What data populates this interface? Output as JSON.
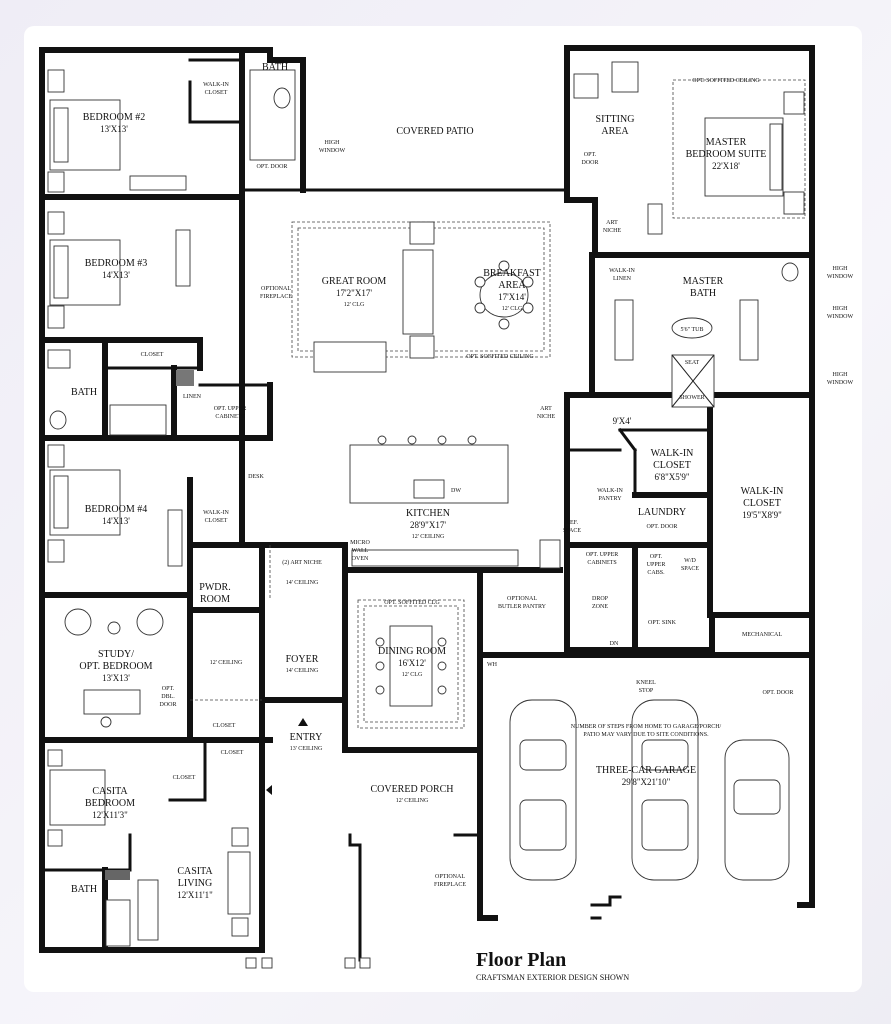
{
  "plan": {
    "title": "Floor Plan",
    "subtitle": "CRAFTSMAN EXTERIOR DESIGN SHOWN"
  },
  "rooms": {
    "bedroom2": {
      "name": "BEDROOM #2",
      "dim": "13'X13'"
    },
    "bedroom3": {
      "name": "BEDROOM #3",
      "dim": "14'X13'"
    },
    "bedroom4": {
      "name": "BEDROOM #4",
      "dim": "14'X13'"
    },
    "study": {
      "name1": "STUDY/",
      "name2": "OPT. BEDROOM",
      "dim": "13'X13'"
    },
    "casita_bedroom": {
      "name1": "CASITA",
      "name2": "BEDROOM",
      "dim": "12'X11'3\""
    },
    "casita_living": {
      "name1": "CASITA",
      "name2": "LIVING",
      "dim": "12'X11'1\""
    },
    "covered_patio": {
      "name": "COVERED PATIO"
    },
    "great_room": {
      "name": "GREAT ROOM",
      "dim": "17'2\"X17'",
      "ceiling": "12' CLG"
    },
    "breakfast": {
      "name1": "BREAKFAST",
      "name2": "AREA",
      "dim": "17'X14'",
      "ceiling": "12' CLG"
    },
    "kitchen": {
      "name": "KITCHEN",
      "dim": "28'9\"X17'",
      "ceiling": "12' CEILING"
    },
    "dining": {
      "name": "DINING ROOM",
      "dim": "16'X12'",
      "ceiling": "12' CLG"
    },
    "foyer": {
      "name": "FOYER",
      "ceiling": "14' CEILING"
    },
    "entry": {
      "name": "ENTRY",
      "ceiling": "13' CEILING"
    },
    "covered_porch": {
      "name": "COVERED PORCH",
      "ceiling": "12' CEILING"
    },
    "sitting": {
      "name1": "SITTING",
      "name2": "AREA"
    },
    "master_suite": {
      "name1": "MASTER",
      "name2": "BEDROOM SUITE",
      "dim": "22'X18'"
    },
    "master_bath": {
      "name1": "MASTER",
      "name2": "BATH"
    },
    "walkin_closet_small": {
      "name1": "WALK-IN",
      "name2": "CLOSET",
      "dim": "6'8\"X5'9\""
    },
    "walkin_closet_large": {
      "name1": "WALK-IN",
      "name2": "CLOSET",
      "dim": "19'5\"X8'9\""
    },
    "laundry": {
      "name": "LAUNDRY"
    },
    "garage": {
      "name": "THREE-CAR GARAGE",
      "dim": "29'8\"X21'10\""
    },
    "pwdr": {
      "name1": "PWDR.",
      "name2": "ROOM"
    },
    "bath_top": {
      "name": "BATH"
    },
    "bath_mid": {
      "name": "BATH"
    },
    "bath_casita": {
      "name": "BATH"
    },
    "mechanical": {
      "name": "MECHANICAL"
    }
  },
  "notes": {
    "walkin_closet_bed2": [
      "WALK-IN",
      "CLOSET"
    ],
    "high_window_left": [
      "HIGH",
      "WINDOW"
    ],
    "opt_door_top": "OPT. DOOR",
    "opt_soffited_ceiling_top": "OPT. SOFFITED CEILING",
    "opt_door_sitting": [
      "OPT.",
      "DOOR"
    ],
    "art_niche_top": [
      "ART",
      "NICHE"
    ],
    "optional_fireplace_gr": [
      "OPTIONAL",
      "FIREPLACE"
    ],
    "opt_soffited_ceiling_gr": "OPT. SOFFITED CEILING",
    "walkin_linen": [
      "WALK-IN",
      "LINEN"
    ],
    "high_window_1": [
      "HIGH",
      "WINDOW"
    ],
    "high_window_2": [
      "HIGH",
      "WINDOW"
    ],
    "high_window_3": [
      "HIGH",
      "WINDOW"
    ],
    "tub": "5'6\" TUB",
    "seat": "SEAT",
    "shower": "SHOWER",
    "closet_bed3": "CLOSET",
    "linen": "LINEN",
    "opt_upper_cabinets_hall": [
      "OPT. UPPER",
      "CABINETS"
    ],
    "art_niche_kitchen": [
      "ART",
      "NICHE"
    ],
    "dim_9x4": "9'X4'",
    "desk": "DESK",
    "dw": "DW",
    "walkin_closet_bed4": [
      "WALK-IN",
      "CLOSET"
    ],
    "walkin_pantry": [
      "WALK-IN",
      "PANTRY"
    ],
    "ref_space": [
      "REF.",
      "SPACE"
    ],
    "opt_door_laundry": "OPT. DOOR",
    "micro_wall_oven": [
      "MICRO",
      "WALL",
      "OVEN"
    ],
    "art_niche_foyer": "(2) ART NICHE",
    "ceiling_14": "14' CEILING",
    "opt_upper_cabinets_kitchen": [
      "OPT. UPPER",
      "CABINETS"
    ],
    "opt_upper_cabs": [
      "OPT.",
      "UPPER",
      "CABS."
    ],
    "wd_space": [
      "W/D",
      "SPACE"
    ],
    "opt_soffited_dining": "OPT. SOFFITED CLG",
    "optional_butler_pantry": [
      "OPTIONAL",
      "BUTLER PANTRY"
    ],
    "drop_zone": [
      "DROP",
      "ZONE"
    ],
    "opt_sink": "OPT. SINK",
    "ceiling_12_study": "12' CEILING",
    "opt_dbl_door": [
      "OPT.",
      "DBL.",
      "DOOR"
    ],
    "closet_hall": "CLOSET",
    "closet_casita_top": "CLOSET",
    "closet_casita": "CLOSET",
    "dn": "DN",
    "wh": "WH",
    "kneel_stop": [
      "KNEEL",
      "STOP"
    ],
    "opt_door_garage": "OPT. DOOR",
    "steps_note": [
      "NUMBER OF STEPS FROM HOME TO GARAGE/PORCH/",
      "PATIO MAY VARY DUE TO SITE CONDITIONS."
    ],
    "optional_fireplace_porch": [
      "OPTIONAL",
      "FIREPLACE"
    ]
  }
}
